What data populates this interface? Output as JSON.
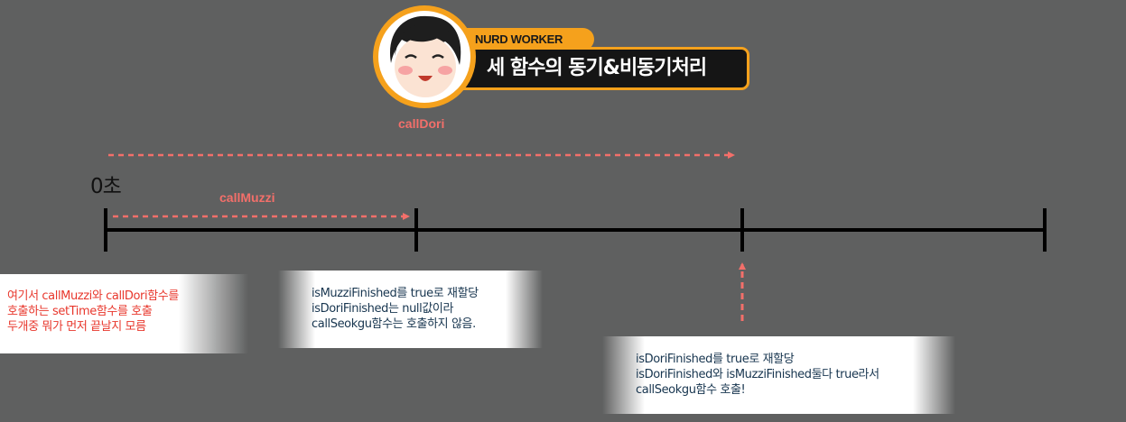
{
  "header": {
    "tag": "NURD WORKER",
    "title": "세 함수의 동기&비동기처리",
    "avatar_label": "callDori"
  },
  "timeline": {
    "start_label": "0초",
    "arrow_label": "callMuzzi"
  },
  "notes": {
    "left": [
      "여기서 callMuzzi와 callDori함수를",
      "호출하는 setTime함수를 호출",
      "두개중 뭐가 먼저 끝날지 모름"
    ],
    "middle": [
      "isMuzziFinished를 true로 재할당",
      "isDoriFinished는 null값이라",
      "callSeokgu함수는 호출하지 않음."
    ],
    "right": [
      "isDoriFinished를 true로 재할당",
      "isDoriFinished와 isMuzziFinished둘다 true라서",
      "callSeokgu함수 호출!"
    ]
  },
  "colors": {
    "background": "#5f6060",
    "accent": "#f5a11c",
    "arrow": "#f36f6a",
    "note_red_text": "#e8372c",
    "note_text": "#17354f"
  }
}
